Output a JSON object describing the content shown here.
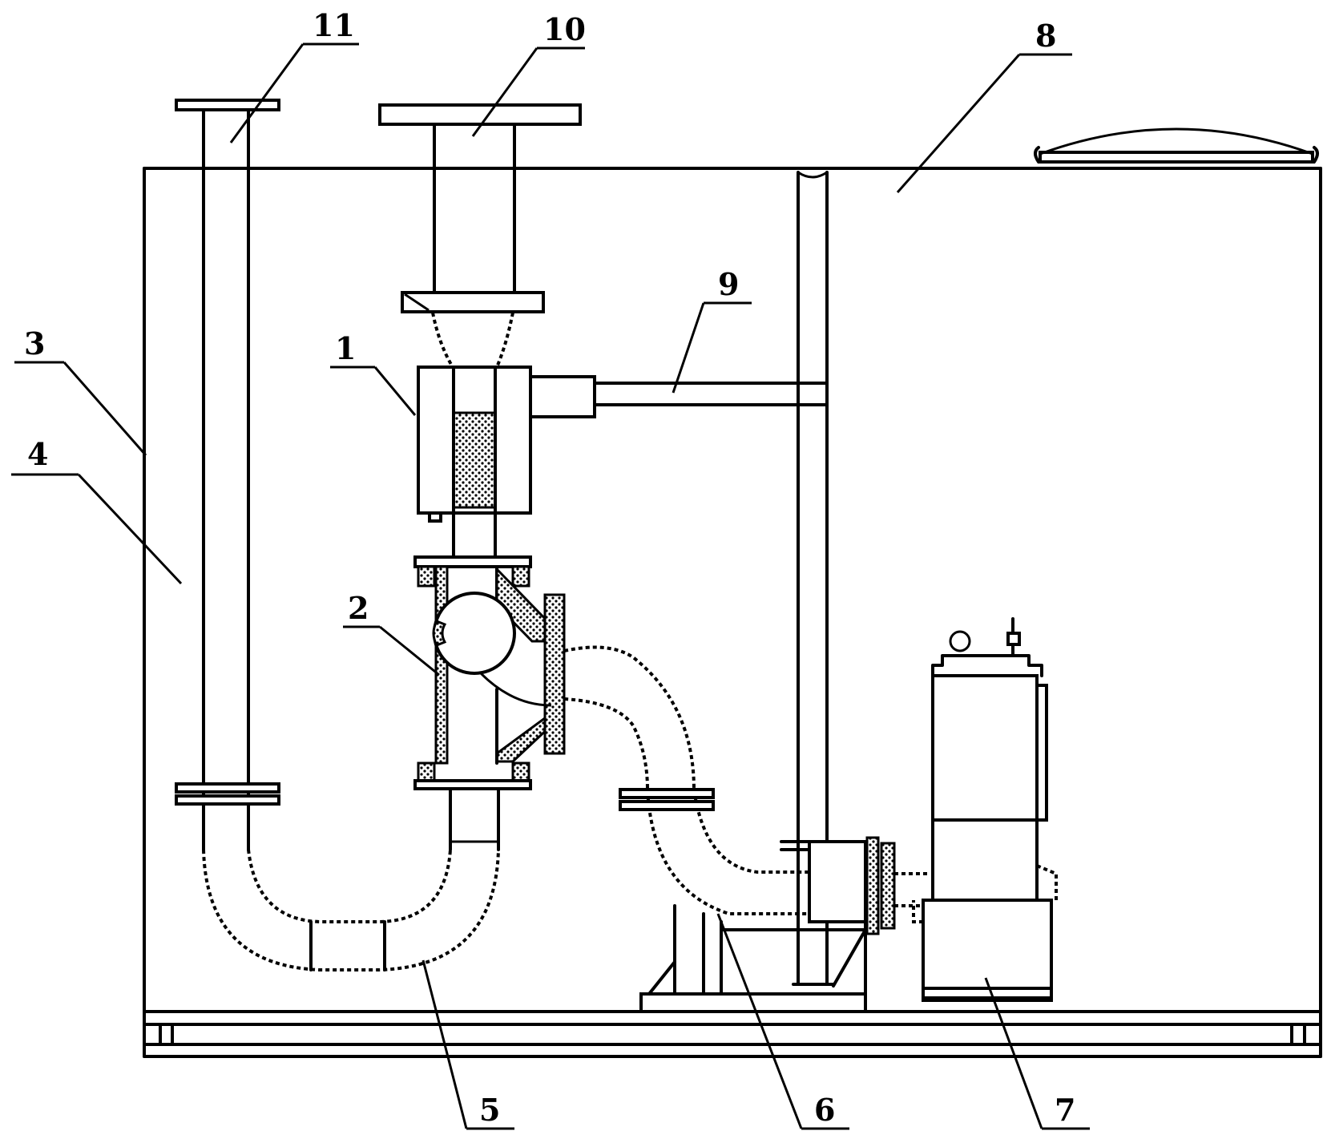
{
  "labels": [
    {
      "id": "1",
      "text": "1"
    },
    {
      "id": "2",
      "text": "2"
    },
    {
      "id": "3",
      "text": "3"
    },
    {
      "id": "4",
      "text": "4"
    },
    {
      "id": "5",
      "text": "5"
    },
    {
      "id": "6",
      "text": "6"
    },
    {
      "id": "7",
      "text": "7"
    },
    {
      "id": "8",
      "text": "8"
    },
    {
      "id": "9",
      "text": "9"
    },
    {
      "id": "10",
      "text": "10"
    },
    {
      "id": "11",
      "text": "11"
    }
  ],
  "colors": {
    "line": "#000000",
    "background": "#ffffff"
  }
}
